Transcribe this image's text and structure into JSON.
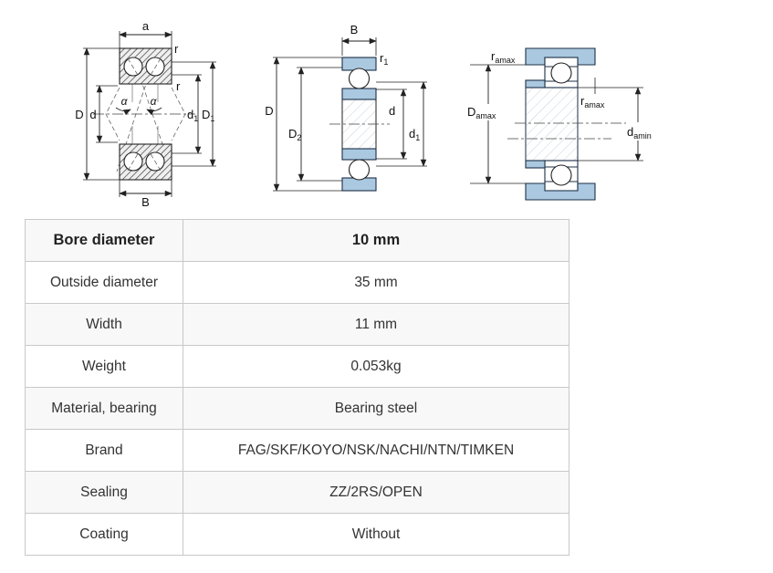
{
  "colors": {
    "bearing_blue": "#aac9e1",
    "outline_navy": "#1c2f45",
    "dimension_line": "#222222",
    "table_border": "#c8c8c8",
    "table_alt_row_bg": "#f8f8f8",
    "table_text": "#333333"
  },
  "diagrams": {
    "angular": {
      "labels": {
        "a": "a",
        "r_top": "r",
        "r_mid": "r",
        "D": "D",
        "d": "d",
        "alpha_left": "α",
        "alpha_right": "α",
        "d1_base": "d",
        "d1_sub": "1",
        "D1_base": "D",
        "D1_sub": "1",
        "B": "B"
      }
    },
    "deep_groove": {
      "labels": {
        "B": "B",
        "r1_base": "r",
        "r1_sub": "1",
        "D": "D",
        "D2_base": "D",
        "D2_sub": "2",
        "d": "d",
        "d1_base": "d",
        "d1_sub": "1"
      }
    },
    "mounting": {
      "labels": {
        "ramax_top_base": "r",
        "ramax_top_sub": "amax",
        "Damax_base": "D",
        "Damax_sub": "amax",
        "ramax_mid_base": "r",
        "ramax_mid_sub": "amax",
        "damin_base": "d",
        "damin_sub": "amin"
      }
    }
  },
  "table": {
    "rows": [
      {
        "label": "Bore diameter",
        "value": "10 mm"
      },
      {
        "label": "Outside diameter",
        "value": "35 mm"
      },
      {
        "label": "Width",
        "value": "11 mm"
      },
      {
        "label": "Weight",
        "value": "0.053kg"
      },
      {
        "label": "Material, bearing",
        "value": "Bearing steel"
      },
      {
        "label": "Brand",
        "value": "FAG/SKF/KOYO/NSK/NACHI/NTN/TIMKEN"
      },
      {
        "label": "Sealing",
        "value": "ZZ/2RS/OPEN"
      },
      {
        "label": "Coating",
        "value": "Without"
      }
    ]
  }
}
